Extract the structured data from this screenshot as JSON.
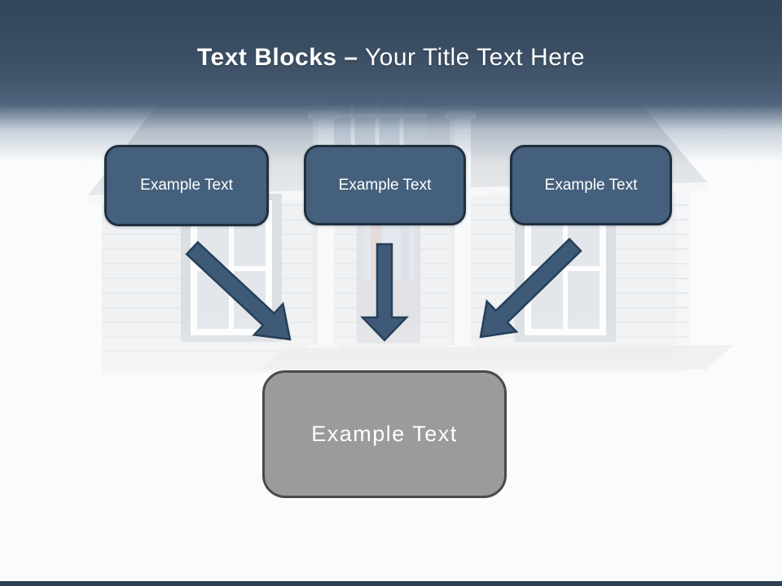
{
  "title": {
    "bold": "Text Blocks –",
    "regular": " Your Title Text Here"
  },
  "blocks": [
    {
      "label": "Example Text"
    },
    {
      "label": "Example Text"
    },
    {
      "label": "Example Text"
    }
  ],
  "result_block": {
    "label": "Example Text"
  },
  "colors": {
    "header_top": "#33455a",
    "header_bottom": "#42566c",
    "block_fill": "#45607c",
    "block_border": "#1f3040",
    "arrow_fill": "#3e5a77",
    "arrow_border": "#26405a",
    "result_fill": "#9b9b9b",
    "result_border": "#4a4a4a",
    "bottom_bar": "#2e4154",
    "title_text": "#ffffff"
  }
}
